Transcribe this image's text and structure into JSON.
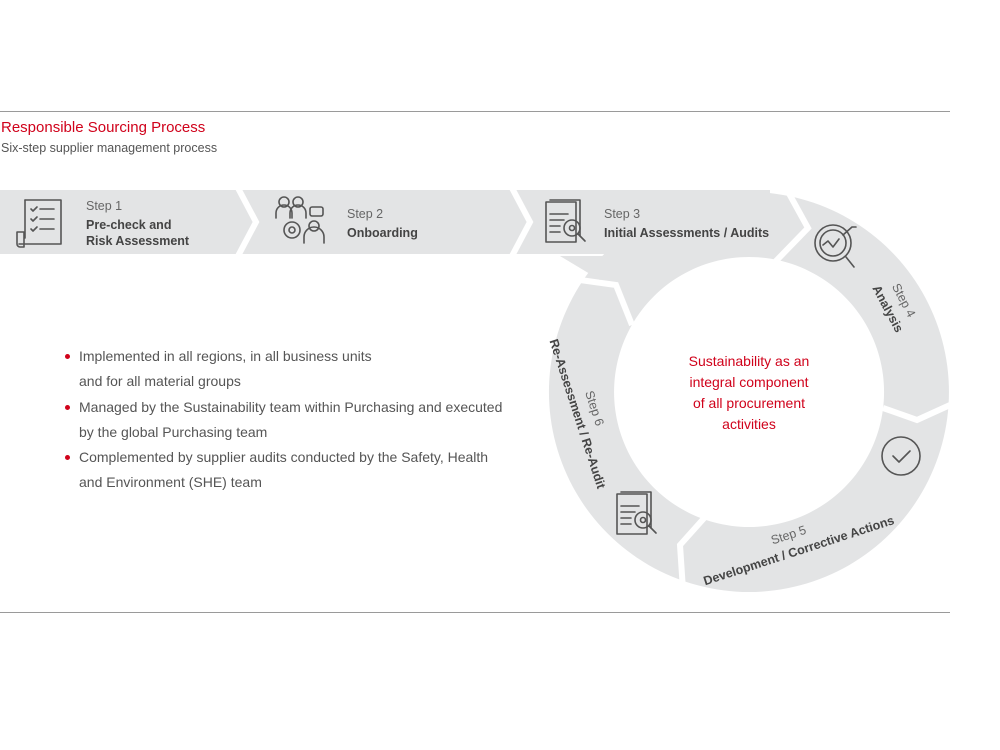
{
  "header": {
    "title": "Responsible Sourcing Process",
    "subtitle": "Six-step supplier management process"
  },
  "colors": {
    "accent": "#d0021b",
    "shape_fill": "#e3e4e5",
    "text": "#555555"
  },
  "steps": [
    {
      "step": "Step 1",
      "label_line1": "Pre-check and",
      "label_line2": "Risk Assessment",
      "icon": "checklist-icon"
    },
    {
      "step": "Step 2",
      "label": "Onboarding",
      "icon": "team-gear-icon"
    },
    {
      "step": "Step 3",
      "label": "Initial Assessments / Audits",
      "icon": "document-inspect-icon"
    },
    {
      "step": "Step 4",
      "label": "Analysis",
      "icon": "magnifier-chart-icon"
    },
    {
      "step": "Step 5",
      "label": "Development / Corrective Actions",
      "icon": "check-circle-icon"
    },
    {
      "step": "Step 6",
      "label": "Re-Assessment / Re-Audit",
      "icon": "document-inspect-icon"
    }
  ],
  "center": {
    "lines": [
      "Sustainability as an",
      "integral component",
      "of all procurement",
      "activities"
    ]
  },
  "bullets": [
    {
      "line1": "Implemented in all regions, in all business units",
      "line2": "and for all material groups"
    },
    {
      "line1": "Managed by the Sustainability team within Purchasing and executed",
      "line2": "by the global Purchasing team"
    },
    {
      "line1": "Complemented by supplier audits conducted by the Safety, Health",
      "line2": "and Environment (SHE) team"
    }
  ]
}
